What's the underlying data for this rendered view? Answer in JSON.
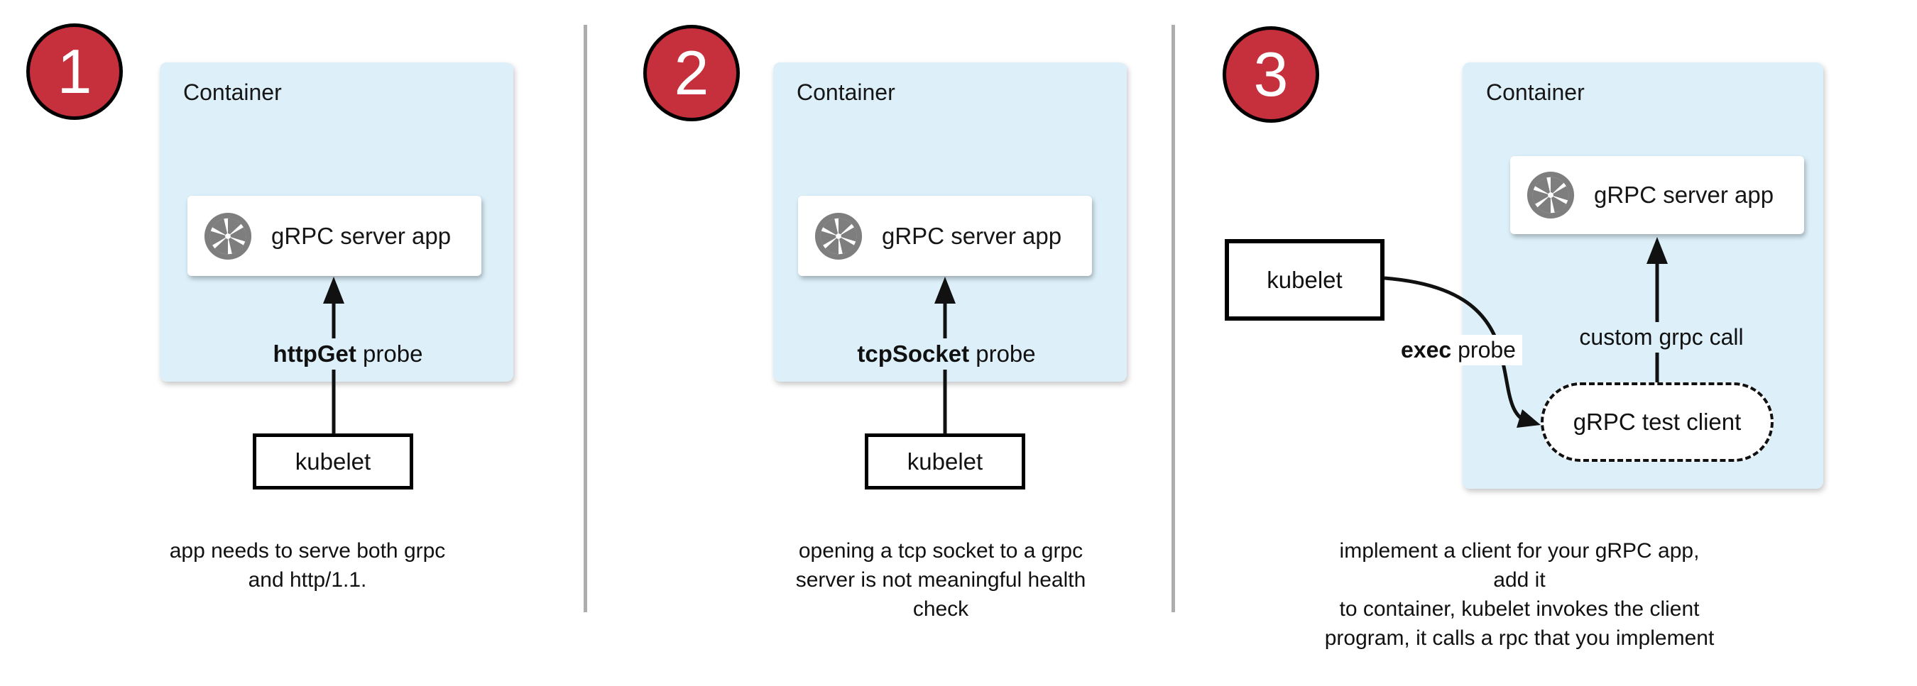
{
  "colors": {
    "badge_red": "#C5303C",
    "container_blue": "#DDF0FA",
    "icon_gray": "#7E7E7E",
    "divider_gray": "#ADADAD",
    "text": "#111111"
  },
  "panels": [
    {
      "number": "1",
      "container_label": "Container",
      "app_label": "gRPC server app",
      "probe_bold": "httpGet",
      "probe_rest": " probe",
      "kubelet_label": "kubelet",
      "caption_lines": [
        "app needs to serve both grpc",
        "and http/1.1."
      ]
    },
    {
      "number": "2",
      "container_label": "Container",
      "app_label": "gRPC server app",
      "probe_bold": "tcpSocket",
      "probe_rest": " probe",
      "kubelet_label": "kubelet",
      "caption_lines": [
        "opening a tcp socket to a grpc",
        "server is not meaningful health",
        "check"
      ]
    },
    {
      "number": "3",
      "container_label": "Container",
      "app_label": "gRPC server app",
      "exec_bold": "exec",
      "exec_rest": " probe",
      "grpc_call_label": "custom grpc call",
      "test_client_label": "gRPC test client",
      "kubelet_label": "kubelet",
      "caption_lines": [
        "implement a client for your gRPC app, add it",
        "to container, kubelet invokes the client",
        "program, it calls a rpc that you implement"
      ]
    }
  ]
}
